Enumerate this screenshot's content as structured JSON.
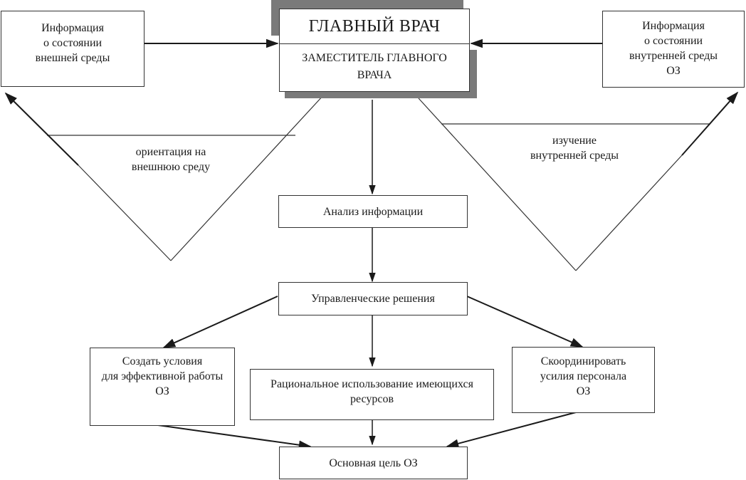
{
  "diagram": {
    "top_left_box": {
      "lines": [
        "Информация",
        "о состоянии",
        "внешней среды"
      ]
    },
    "center_box": {
      "title": "ГЛАВНЫЙ ВРАЧ",
      "subtitle_lines": [
        "ЗАМЕСТИТЕЛЬ ГЛАВНОГО",
        "ВРАЧА"
      ]
    },
    "top_right_box": {
      "lines": [
        "Информация",
        "о состоянии",
        "внутренней среды",
        "ОЗ"
      ]
    },
    "left_triangle_label": [
      "ориентация на",
      "внешнюю среду"
    ],
    "right_triangle_label": [
      "изучение",
      "внутренней среды"
    ],
    "analysis_box": {
      "label": "Анализ информации"
    },
    "decisions_box": {
      "label": "Управленческие решения"
    },
    "left_action_box": {
      "lines": [
        "Создать условия",
        "для эффективной работы",
        "ОЗ"
      ]
    },
    "center_action_box": {
      "lines": [
        "Рациональное использование имеющихся",
        "ресурсов"
      ]
    },
    "right_action_box": {
      "lines": [
        "Скоординировать",
        "усилия персонала",
        "ОЗ"
      ]
    },
    "goal_box": {
      "label": "Основная цель ОЗ"
    },
    "colors": {
      "line": "#1a1a1a",
      "shadow": "#7a7a7a",
      "border": "#333333"
    }
  }
}
